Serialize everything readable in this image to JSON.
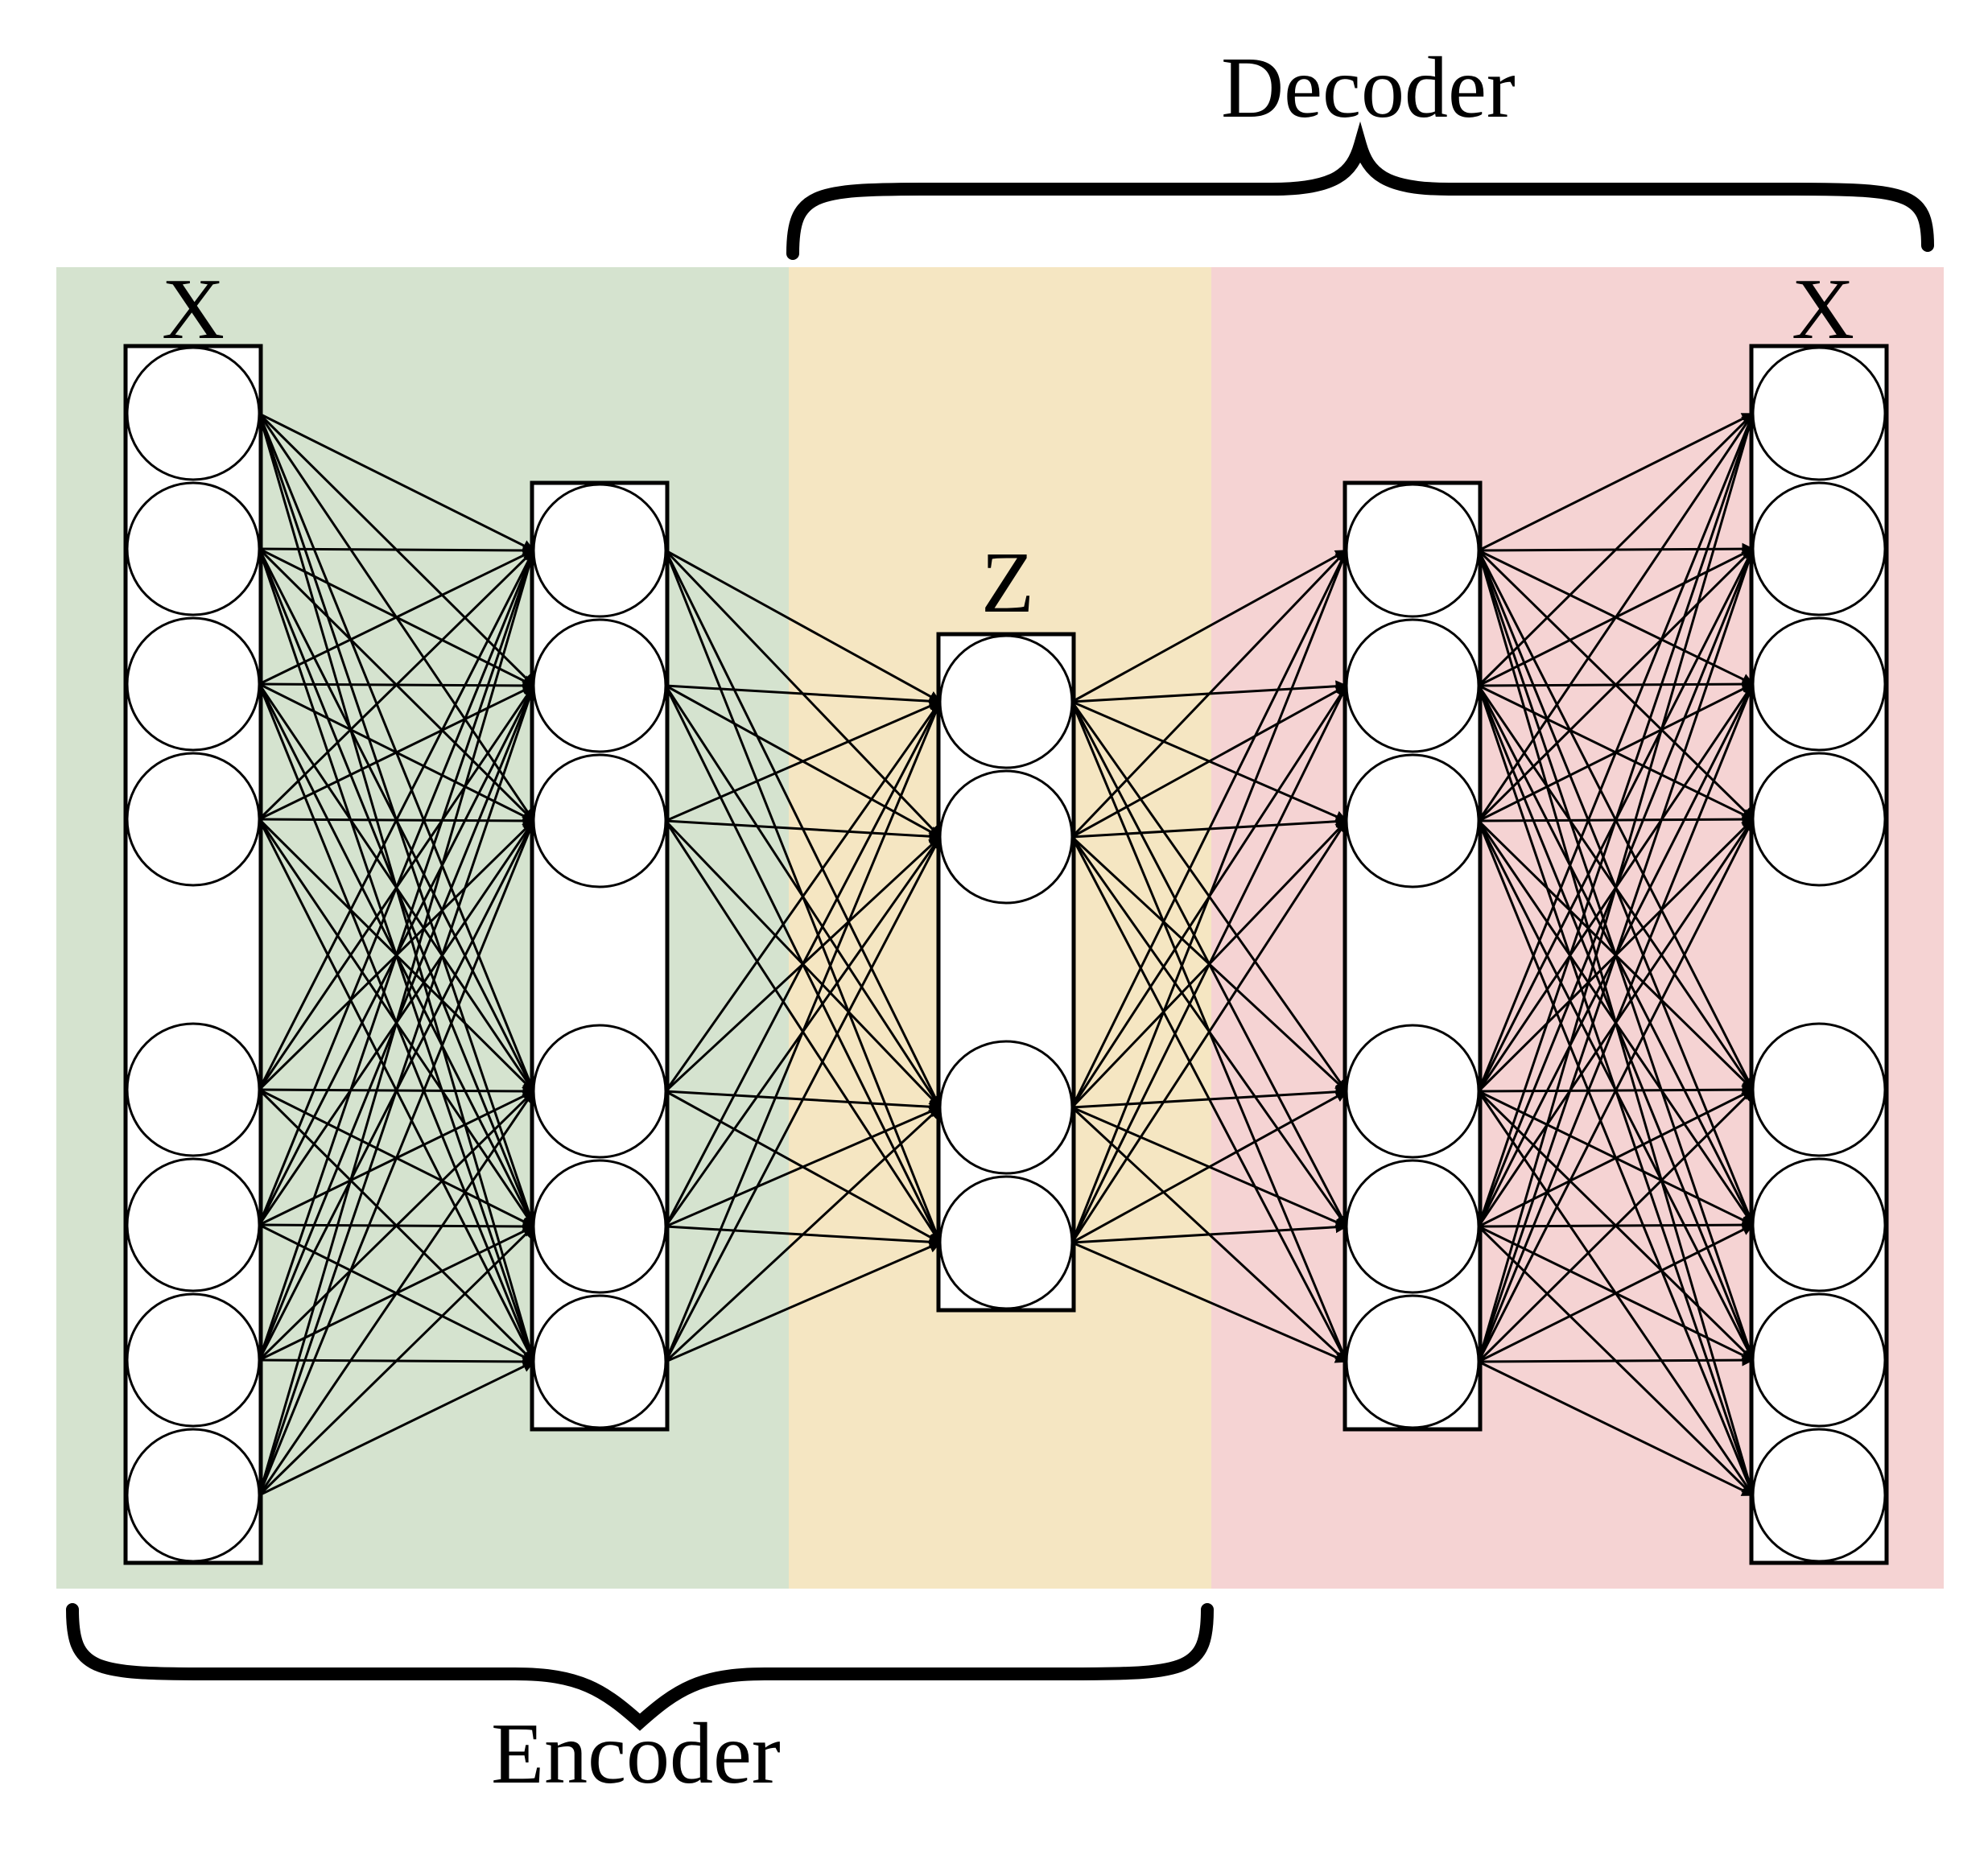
{
  "labels": {
    "encoder": "Encoder",
    "decoder": "Decoder",
    "input": "X",
    "latent": "Z",
    "output": "X"
  },
  "layers": [
    {
      "id": "input",
      "node_count": 8,
      "gap_after_index": 3
    },
    {
      "id": "enc-hidden",
      "node_count": 6,
      "gap_after_index": 2
    },
    {
      "id": "latent",
      "node_count": 4,
      "gap_after_index": 1
    },
    {
      "id": "dec-hidden",
      "node_count": 6,
      "gap_after_index": 2
    },
    {
      "id": "output",
      "node_count": 8,
      "gap_after_index": 3
    }
  ],
  "regions": [
    {
      "id": "encoder-region",
      "color": "#d5e3cf"
    },
    {
      "id": "bottleneck-region",
      "color": "#f5e6c2"
    },
    {
      "id": "decoder-region",
      "color": "#f5d3d3"
    }
  ],
  "connections": "fully connected between adjacent layers",
  "colors": {
    "node_fill": "#ffffff",
    "stroke": "#000000"
  }
}
